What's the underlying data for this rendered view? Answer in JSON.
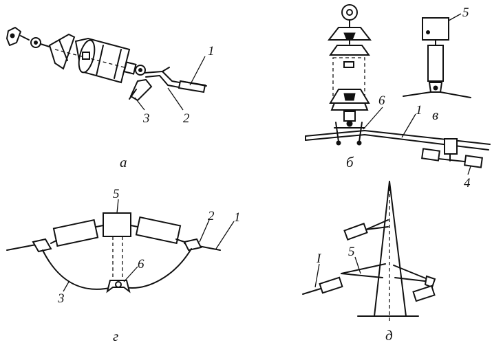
{
  "panels": {
    "a": {
      "caption": "а",
      "labels": {
        "l1": "1",
        "l2": "2",
        "l3": "3"
      }
    },
    "b": {
      "caption": "б",
      "labels": {
        "l1": "1",
        "l4": "4",
        "l6": "6"
      }
    },
    "v": {
      "caption": "в",
      "labels": {
        "l5": "5"
      }
    },
    "g": {
      "caption": "г",
      "labels": {
        "l1": "1",
        "l2": "2",
        "l3": "3",
        "l5": "5",
        "l6": "6"
      }
    },
    "d": {
      "caption": "д",
      "labels": {
        "l1": "I",
        "l5": "5"
      }
    }
  }
}
